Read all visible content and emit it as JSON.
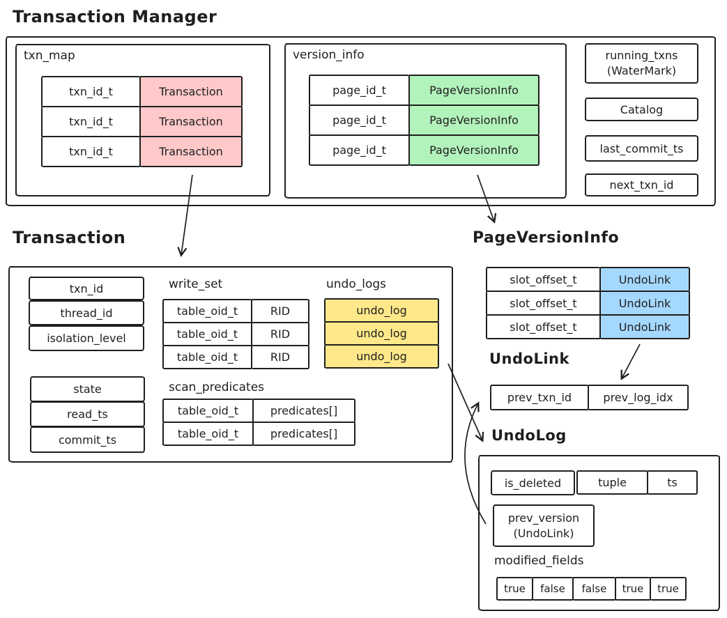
{
  "colors": {
    "pink": "#ffc9c9",
    "green": "#b2f2bb",
    "teal": "#82eacd",
    "yellow": "#ffe88a",
    "blue": "#a5d8ff",
    "ink": "#1e1e1e"
  },
  "transaction_manager": {
    "title": "Transaction Manager",
    "txn_map": {
      "label": "txn_map",
      "rows": [
        {
          "key": "txn_id_t",
          "value": "Transaction"
        },
        {
          "key": "txn_id_t",
          "value": "Transaction"
        },
        {
          "key": "txn_id_t",
          "value": "Transaction"
        }
      ]
    },
    "version_info": {
      "label": "version_info",
      "rows": [
        {
          "key": "page_id_t",
          "value": "PageVersionInfo"
        },
        {
          "key": "page_id_t",
          "value": "PageVersionInfo"
        },
        {
          "key": "page_id_t",
          "value": "PageVersionInfo"
        }
      ]
    },
    "side": {
      "running_txns_line1": "running_txns",
      "running_txns_line2": "(WaterMark)",
      "catalog": "Catalog",
      "last_commit_ts": "last_commit_ts",
      "next_txn_id": "next_txn_id"
    }
  },
  "transaction": {
    "title": "Transaction",
    "fields_top": [
      "txn_id",
      "thread_id",
      "isolation_level"
    ],
    "fields_bottom": [
      "state",
      "read_ts",
      "commit_ts"
    ],
    "write_set": {
      "label": "write_set",
      "rows": [
        {
          "key": "table_oid_t",
          "value": "RID"
        },
        {
          "key": "table_oid_t",
          "value": "RID"
        },
        {
          "key": "table_oid_t",
          "value": "RID"
        }
      ]
    },
    "undo_logs": {
      "label": "undo_logs",
      "rows": [
        "undo_log",
        "undo_log",
        "undo_log"
      ]
    },
    "scan_predicates": {
      "label": "scan_predicates",
      "rows": [
        {
          "key": "table_oid_t",
          "value": "predicates[]"
        },
        {
          "key": "table_oid_t",
          "value": "predicates[]"
        }
      ]
    }
  },
  "page_version_info": {
    "title": "PageVersionInfo",
    "rows": [
      {
        "key": "slot_offset_t",
        "value": "UndoLink"
      },
      {
        "key": "slot_offset_t",
        "value": "UndoLink"
      },
      {
        "key": "slot_offset_t",
        "value": "UndoLink"
      }
    ]
  },
  "undo_link": {
    "title": "UndoLink",
    "row": {
      "key": "prev_txn_id",
      "value": "prev_log_idx"
    }
  },
  "undo_log": {
    "title": "UndoLog",
    "header": {
      "is_deleted": "is_deleted",
      "tuple": "tuple",
      "ts": "ts"
    },
    "prev_version_line1": "prev_version",
    "prev_version_line2": "(UndoLink)",
    "modified_fields_label": "modified_fields",
    "modified_values": [
      "true",
      "false",
      "false",
      "true",
      "true"
    ]
  }
}
